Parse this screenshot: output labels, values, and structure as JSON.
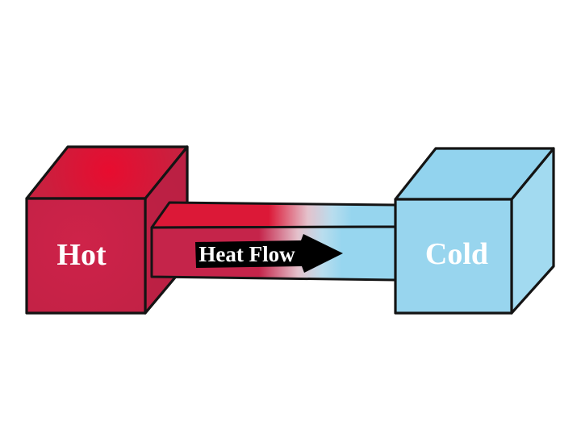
{
  "diagram": {
    "background_color": "#ffffff",
    "outline_color": "#141414",
    "hot_block": {
      "label": "Hot",
      "label_color": "#ffffff",
      "front_color": "#c02145",
      "front_center_color": "#ce2349",
      "top_color": "#c9203f",
      "top_center_color": "#e80c2f",
      "side_color": "#b82043"
    },
    "cold_block": {
      "label": "Cold",
      "label_color": "#ffffff",
      "front_color": "#98d5ee",
      "top_color": "#92d3ee",
      "side_color": "#a2daf0"
    },
    "conductor_bar": {
      "hot_end_color": "#c5244a",
      "hot_end_top_color": "#dc1837",
      "mid_blend_color": "#e4c2cc",
      "pale_blue_color": "#b9ddee",
      "cold_end_color": "#97d6ef",
      "cold_end_top_color": "#96d5ee"
    },
    "heat_flow_arrow": {
      "label": "Heat Flow",
      "label_color": "#ffffff",
      "arrow_color": "#000000"
    }
  }
}
